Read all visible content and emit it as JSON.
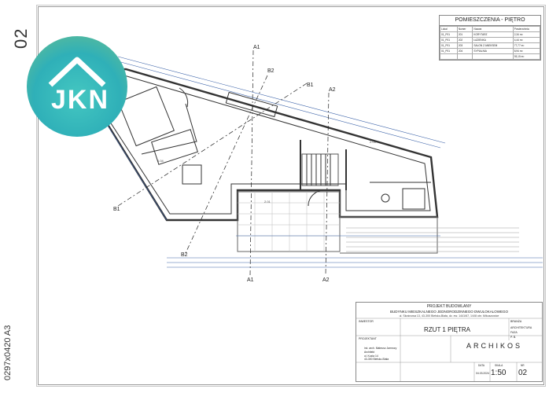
{
  "sheet": {
    "number": "02",
    "format": "0297x0420 A3"
  },
  "logo": {
    "text": "JKN",
    "colors": [
      "#2fb0b8",
      "#6bbf8e"
    ]
  },
  "legend": {
    "title": "POMIESZCZENIA - PIĘTRO",
    "headers": [
      "Lokal",
      "Numer",
      "Nazwa",
      "Powierzchnia"
    ],
    "rows": [
      [
        "01_P01",
        "201",
        "KORYTARZ",
        "2,34 m²"
      ],
      [
        "01_P01",
        "202",
        "ŁAZIENKA",
        "4,44 m²"
      ],
      [
        "01_P01",
        "203",
        "SALON Z ANEKSEM",
        "77,77 m²"
      ],
      [
        "01_P01",
        "204",
        "SYPIALNIA",
        "8,94 m²"
      ],
      [
        "",
        "",
        "",
        "93,15 m²"
      ]
    ]
  },
  "plan": {
    "sections": [
      "A1",
      "A1",
      "A2",
      "A2",
      "B1",
      "B1",
      "B2",
      "B2"
    ],
    "room_tags": [
      "1.04",
      "2.01",
      "2.03"
    ]
  },
  "title_block": {
    "project": "PROJEKT BUDOWLANY",
    "building": "BUDYNKU MIESZKALNEGO JEDNORODZINNEGO DWULOKALOWEGO",
    "address": "ul. Skośnowa 13, 43-300 Bielsko-Biała, dz. ew. 1441/67, 1/4/8 obr. Mikuszowice",
    "drawing": "RZUT 1 PIĘTRA",
    "investor_label": "INWESTOR",
    "industry_label": "BRANŻA",
    "industry": "ARCHITEKTURA",
    "branch_label": "FAZA",
    "branch": "P. B.",
    "designer_label": "PROJEKTANT",
    "designer_lines": [
      "inż. arch. Mateusz Jamrozy",
      "Architekt",
      "ul. Kozia 14",
      "43-300 Bielsko-Biała"
    ],
    "office": "ARCHIKOS",
    "date_label": "DATA",
    "date": "04.03.2024",
    "scale_label": "SKALA",
    "scale": "1:50",
    "sheet_label": "NR",
    "sheet": "02"
  }
}
